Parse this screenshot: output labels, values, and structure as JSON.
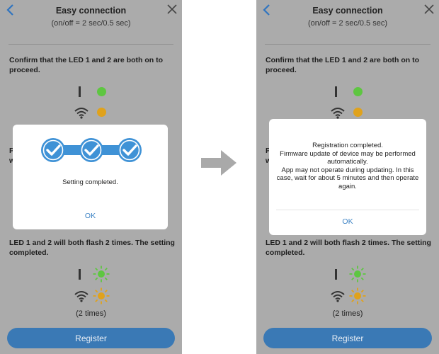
{
  "screens": [
    {
      "header": {
        "title": "Easy connection",
        "subtitle": "(on/off = 2 sec/0.5 sec)"
      },
      "confirm_text": "Confirm that the LED 1 and 2 are both on to proceed.",
      "partial_left": [
        "P",
        "w"
      ],
      "flash_text": "LED 1 and 2 will both flash 2 times. The setting completed.",
      "times_label": "(2 times)",
      "register_label": "Register",
      "dialog": {
        "message": "Setting completed.",
        "ok_label": "OK"
      }
    },
    {
      "header": {
        "title": "Easy connection",
        "subtitle": "(on/off = 2 sec/0.5 sec)"
      },
      "confirm_text": "Confirm that the LED 1 and 2 are both on to proceed.",
      "partial_left": [
        "P",
        "w"
      ],
      "flash_text": "LED 1 and 2 will both flash 2 times. The setting completed.",
      "times_label": "(2 times)",
      "register_label": "Register",
      "dialog": {
        "message": "Registration completed.\nFirmware update of device may be performed automatically.\nApp may not operate during updating. In this case, wait for about 5 minutes and then operate again.",
        "ok_label": "OK"
      }
    }
  ],
  "colors": {
    "accent": "#3b82c4",
    "register": "#3a79b5",
    "led_green": "#5ec641",
    "led_amber": "#e0a21c",
    "overlay": "#ababab"
  },
  "icons": [
    "back-icon",
    "close-icon",
    "wifi-icon",
    "check-icon",
    "arrow-right-icon"
  ]
}
